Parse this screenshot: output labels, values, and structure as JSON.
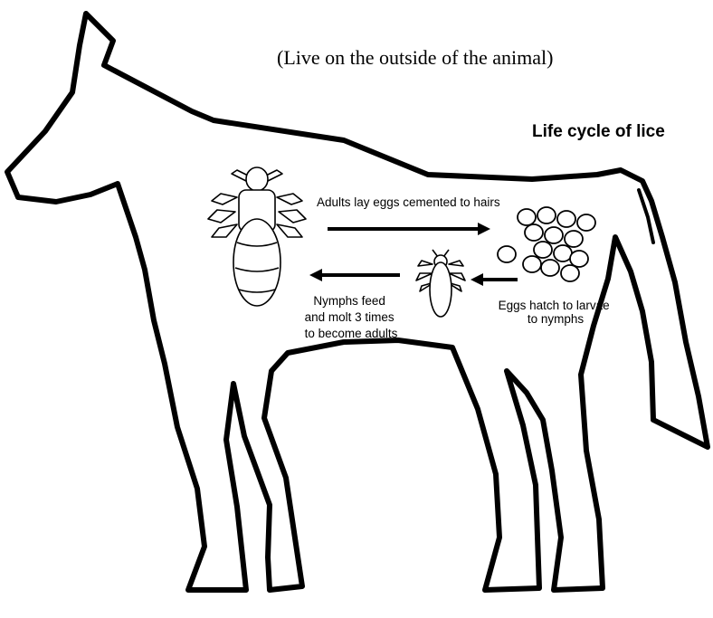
{
  "caption": "(Live on the outside of the animal)",
  "title": "Life cycle of lice",
  "steps": {
    "lay_eggs": "Adults lay eggs cemented to hairs",
    "hatch": [
      "Eggs hatch to larvae",
      "to nymphs"
    ],
    "molt": [
      "Nymphs feed",
      "and molt 3 times",
      "to become adults"
    ]
  },
  "icons": {
    "horse": "horse-silhouette-icon",
    "adult": "adult-louse-icon",
    "nymph": "nymph-louse-icon",
    "eggs": "egg-cluster-icon"
  },
  "colors": {
    "ink": "#000000",
    "background": "#ffffff"
  }
}
